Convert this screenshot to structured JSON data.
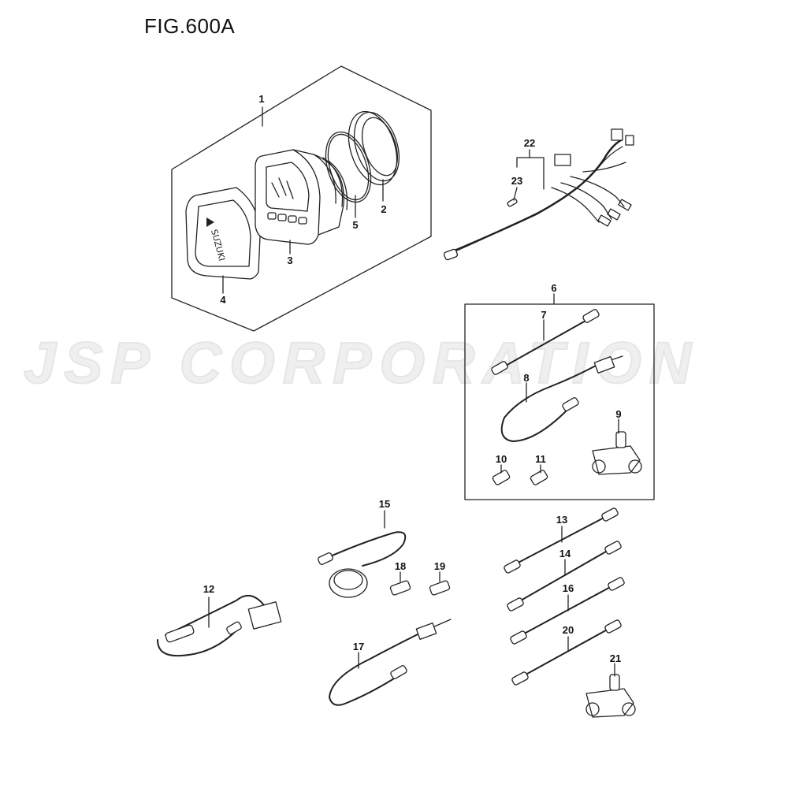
{
  "figure": {
    "title": "FIG.600A"
  },
  "watermark": {
    "text": "JSP CORPORATION"
  },
  "callouts": {
    "c1": "1",
    "c2": "2",
    "c3": "3",
    "c4": "4",
    "c5": "5",
    "c6": "6",
    "c7": "7",
    "c8": "8",
    "c9": "9",
    "c10": "10",
    "c11": "11",
    "c12": "12",
    "c13": "13",
    "c14": "14",
    "c15": "15",
    "c16": "16",
    "c17": "17",
    "c18": "18",
    "c19": "19",
    "c20": "20",
    "c21": "21",
    "c22": "22",
    "c23": "23"
  },
  "colors": {
    "line": "#222222",
    "part_fill": "#ffffff",
    "watermark": "#e8e8e8"
  }
}
